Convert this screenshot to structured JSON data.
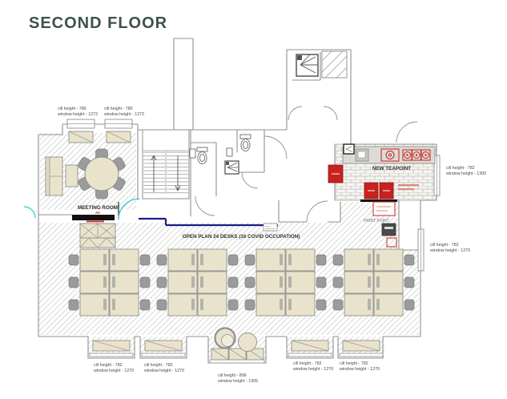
{
  "title": "SECOND FLOOR",
  "rooms": {
    "meeting": {
      "name": "MEETING ROOM",
      "av": "AV"
    },
    "open_plan": {
      "name": "OPEN PLAN 24 DESKS (16 COVID OCCUPATION)"
    },
    "teapoint": {
      "name": "NEW TEAPOINT"
    },
    "print": {
      "name": "PRINT POINT"
    }
  },
  "windows": [
    {
      "id": "top-left-1",
      "line1": "cill height - 780",
      "line2": "window height - 1272"
    },
    {
      "id": "top-left-2",
      "line1": "cill height - 780",
      "line2": "window height - 1272"
    },
    {
      "id": "right-upper",
      "line1": "cill height - 782",
      "line2": "window height - 1300"
    },
    {
      "id": "right-lower",
      "line1": "cill height - 782",
      "line2": "window height - 1270"
    },
    {
      "id": "bottom-1",
      "line1": "cill height - 782",
      "line2": "window height - 1270"
    },
    {
      "id": "bottom-2",
      "line1": "cill height - 782",
      "line2": "window height - 1270"
    },
    {
      "id": "bottom-centre",
      "line1": "cill height - 806",
      "line2": "window height - 1305"
    },
    {
      "id": "bottom-3",
      "line1": "cill height - 782",
      "line2": "window height - 1270"
    },
    {
      "id": "bottom-4",
      "line1": "cill height - 782",
      "line2": "window height - 1270"
    }
  ],
  "colors": {
    "accent": "#3e5248",
    "red": "#c9211e",
    "cyan": "#49d3d8",
    "navy": "#1b1b8e",
    "beige": "#eae3cb"
  }
}
